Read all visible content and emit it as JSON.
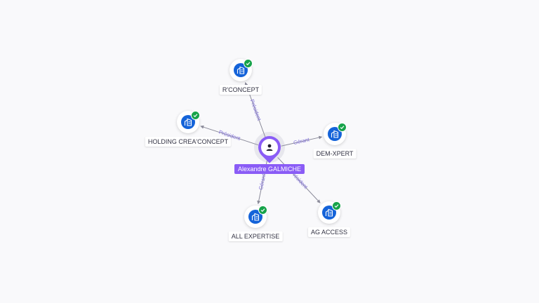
{
  "colors": {
    "background": "#f9f9fb",
    "company_icon": "#1463d9",
    "verified_badge": "#17a34a",
    "person_accent": "#8a5cf6",
    "edge_label": "#7c6bd6"
  },
  "center": {
    "label": "Alexandre GALMICHE",
    "icon": "person-icon"
  },
  "companies": [
    {
      "id": "rconcept",
      "label": "R'CONCEPT",
      "icon": "building-icon",
      "verified": true
    },
    {
      "id": "holding",
      "label": "HOLDING CREA'CONCEPT",
      "icon": "building-icon",
      "verified": true
    },
    {
      "id": "demxpert",
      "label": "DEM-XPERT",
      "icon": "building-icon",
      "verified": true
    },
    {
      "id": "allexpertise",
      "label": "ALL EXPERTISE",
      "icon": "building-icon",
      "verified": true
    },
    {
      "id": "agaccess",
      "label": "AG ACCESS",
      "icon": "building-icon",
      "verified": true
    }
  ],
  "edges": [
    {
      "to": "rconcept",
      "label": "Président"
    },
    {
      "to": "holding",
      "label": "Président"
    },
    {
      "to": "demxpert",
      "label": "Gérant"
    },
    {
      "to": "allexpertise",
      "label": "Gérant"
    },
    {
      "to": "agaccess",
      "label": "Président"
    }
  ]
}
